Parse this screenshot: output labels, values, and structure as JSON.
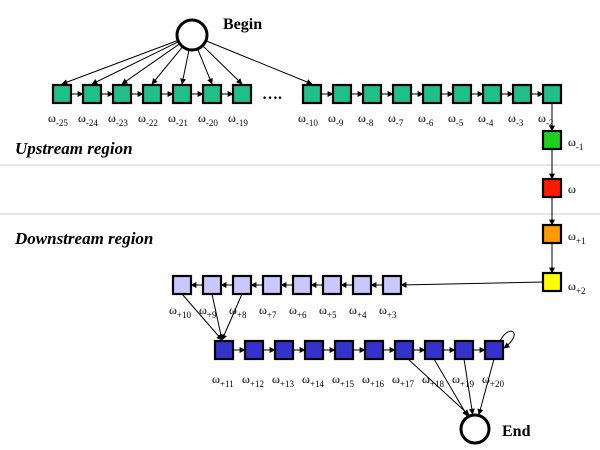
{
  "begin_label": "Begin",
  "end_label": "End",
  "upstream_label": "Upstream region",
  "downstream_label": "Downstream region",
  "ellipsis": "….",
  "omega": "ω",
  "colors": {
    "upstream": "#1fbf8a",
    "w_minus1": "#1ed01e",
    "w_core": "#ff1a00",
    "w_plus1": "#ff9900",
    "w_plus2": "#ffff00",
    "row3": "#c8c8ff",
    "row4": "#3333cc",
    "divider": "#cfcfcf"
  },
  "row1": {
    "left_subs": [
      "-25",
      "-24",
      "-23",
      "-22",
      "-21",
      "-20",
      "-19"
    ],
    "right_subs": [
      "-10",
      "-9",
      "-8",
      "-7",
      "-6",
      "-5",
      "-4",
      "-3",
      "-2"
    ]
  },
  "column": {
    "subs": [
      "-1",
      "",
      "+1",
      "+2"
    ]
  },
  "row3": {
    "subs": [
      "+10",
      "+9",
      "+8",
      "+7",
      "+6",
      "+5",
      "+4",
      "+3"
    ]
  },
  "row4": {
    "subs": [
      "+11",
      "+12",
      "+13",
      "+14",
      "+15",
      "+16",
      "+17",
      "+18",
      "+19",
      "+20"
    ]
  }
}
